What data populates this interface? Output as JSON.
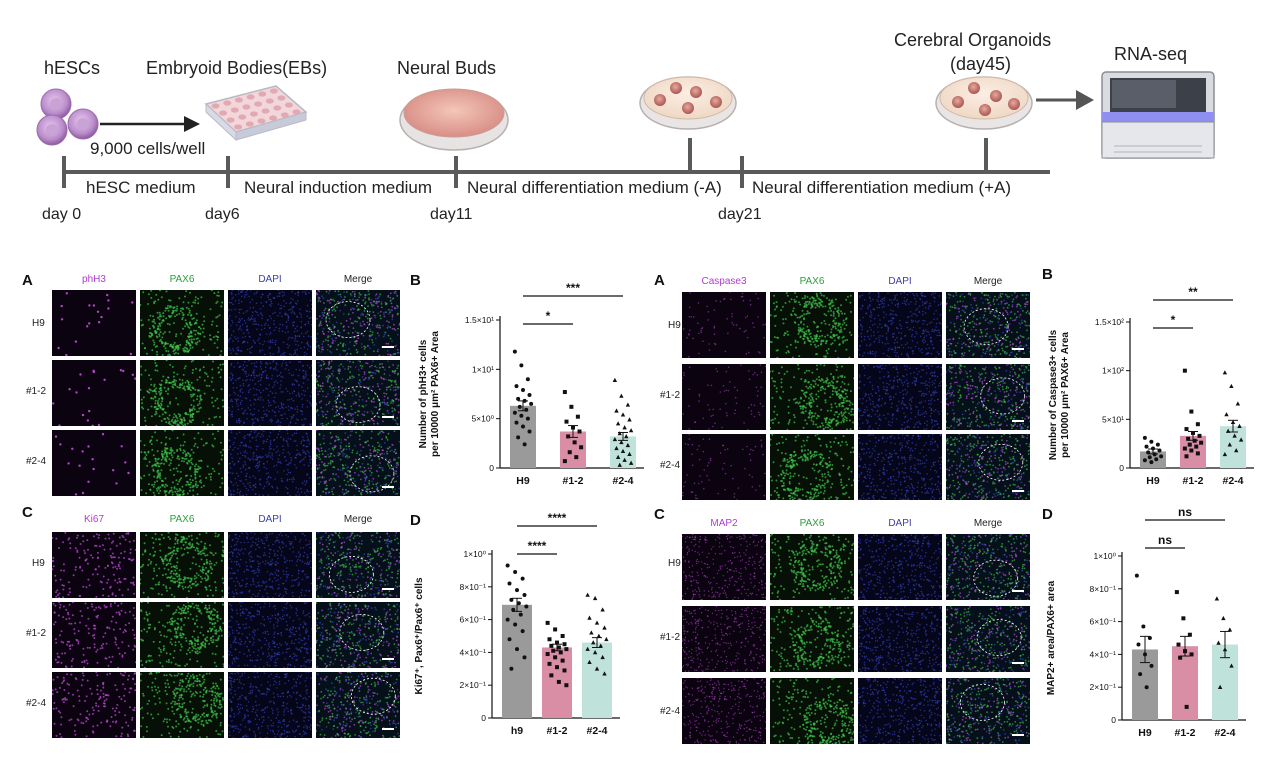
{
  "timeline": {
    "stages": [
      "hESCs",
      "Embryoid Bodies(EBs)",
      "Neural Buds",
      "Cerebral Organoids",
      "(day45)",
      "RNA-seq"
    ],
    "seeding": "9,000 cells/well",
    "media": [
      "hESC medium",
      "Neural induction medium",
      "Neural differentiation medium (-A)",
      "Neural differentiation medium (+A)"
    ],
    "days": [
      "day 0",
      "day6",
      "day11",
      "day21"
    ]
  },
  "panels": {
    "letters": [
      "A",
      "B",
      "C",
      "D"
    ],
    "rows": [
      "H9",
      "#1-2",
      "#2-4"
    ],
    "merge": "Merge",
    "pax6": "PAX6",
    "dapi": "DAPI",
    "marker_phh3": "phH3",
    "marker_caspase3": "Caspase3",
    "marker_ki67": "Ki67",
    "marker_map2": "MAP2"
  },
  "colors": {
    "magenta": "#b13bd1",
    "green": "#2e9c3a",
    "blue": "#3a3fa8",
    "bar_h9": "#9a9a9a",
    "bar_12": "#d98ea6",
    "bar_24": "#bfe3da"
  },
  "chart_data": [
    {
      "type": "bar",
      "panel": "B",
      "categories": [
        "H9",
        "#1-2",
        "#2-4"
      ],
      "values": [
        6.3,
        3.7,
        3.2
      ],
      "errors": [
        0.5,
        0.6,
        0.4
      ],
      "ylabel_lines": [
        "Number of phH3+ cells",
        "per 10000 μm² PAX6+ Area"
      ],
      "ylim": [
        0,
        15
      ],
      "yticks": [
        0,
        5,
        10,
        15
      ],
      "ytick_labels": [
        "0",
        "5×10⁰",
        "1×10¹",
        "1.5×10¹"
      ],
      "significance": [
        {
          "label": "*",
          "from": 0,
          "to": 1,
          "level": 1
        },
        {
          "label": "***",
          "from": 0,
          "to": 2,
          "level": 2
        }
      ],
      "points": [
        [
          11.8,
          10.4,
          9.0,
          8.3,
          7.9,
          7.4,
          7.0,
          6.8,
          6.5,
          6.2,
          5.9,
          5.6,
          5.3,
          5.0,
          4.6,
          4.2,
          3.7,
          3.1,
          2.4
        ],
        [
          7.7,
          6.2,
          5.2,
          4.7,
          4.1,
          3.7,
          3.2,
          2.6,
          2.1,
          1.6,
          1.1,
          0.7
        ],
        [
          8.9,
          7.3,
          6.4,
          5.8,
          5.4,
          4.9,
          4.5,
          4.1,
          3.8,
          3.5,
          3.2,
          2.9,
          2.6,
          2.3,
          2.0,
          1.7,
          1.4,
          1.1,
          0.8,
          0.5,
          0.3
        ]
      ]
    },
    {
      "type": "bar",
      "panel": "B",
      "categories": [
        "H9",
        "#1-2",
        "#2-4"
      ],
      "values": [
        17,
        33,
        43
      ],
      "errors": [
        2.5,
        4.5,
        6
      ],
      "ylabel_lines": [
        "Number of Caspase3+ cells",
        "per 10000 μm² PAX6+ Area"
      ],
      "ylim": [
        0,
        150
      ],
      "yticks": [
        0,
        50,
        100,
        150
      ],
      "ytick_labels": [
        "0",
        "5×10¹",
        "1×10²",
        "1.5×10²"
      ],
      "significance": [
        {
          "label": "*",
          "from": 0,
          "to": 1,
          "level": 1
        },
        {
          "label": "**",
          "from": 0,
          "to": 2,
          "level": 2
        }
      ],
      "points": [
        [
          31,
          27,
          24,
          22,
          20,
          18,
          16,
          14,
          12,
          11,
          9,
          8,
          6
        ],
        [
          100,
          58,
          45,
          40,
          36,
          33,
          30,
          28,
          26,
          24,
          22,
          20,
          18,
          15,
          12
        ],
        [
          98,
          84,
          66,
          55,
          47,
          43,
          38,
          33,
          29,
          24,
          18,
          14
        ]
      ]
    },
    {
      "type": "bar",
      "panel": "D",
      "categories": [
        "h9",
        "#1-2",
        "#2-4"
      ],
      "values": [
        0.69,
        0.43,
        0.46
      ],
      "errors": [
        0.04,
        0.02,
        0.03
      ],
      "ylabel_lines": [
        "Ki67⁺, Pax6⁺/Pax6⁺ cells"
      ],
      "ylim": [
        0,
        1.0
      ],
      "yticks": [
        0,
        0.2,
        0.4,
        0.6,
        0.8,
        1.0
      ],
      "ytick_labels": [
        "0",
        "2×10⁻¹",
        "4×10⁻¹",
        "6×10⁻¹",
        "8×10⁻¹",
        "1×10⁰"
      ],
      "significance": [
        {
          "label": "****",
          "from": 0,
          "to": 1,
          "level": 1
        },
        {
          "label": "****",
          "from": 0,
          "to": 2,
          "level": 2
        }
      ],
      "points": [
        [
          0.93,
          0.89,
          0.85,
          0.82,
          0.78,
          0.75,
          0.72,
          0.7,
          0.68,
          0.66,
          0.63,
          0.6,
          0.57,
          0.53,
          0.48,
          0.42,
          0.37,
          0.3
        ],
        [
          0.58,
          0.54,
          0.5,
          0.48,
          0.46,
          0.45,
          0.44,
          0.43,
          0.42,
          0.41,
          0.4,
          0.39,
          0.37,
          0.35,
          0.33,
          0.31,
          0.29,
          0.26,
          0.22,
          0.2
        ],
        [
          0.75,
          0.73,
          0.66,
          0.61,
          0.58,
          0.55,
          0.52,
          0.5,
          0.48,
          0.46,
          0.44,
          0.42,
          0.4,
          0.37,
          0.34,
          0.3,
          0.27
        ]
      ]
    },
    {
      "type": "bar",
      "panel": "D",
      "categories": [
        "H9",
        "#1-2",
        "#2-4"
      ],
      "values": [
        0.43,
        0.45,
        0.46
      ],
      "errors": [
        0.08,
        0.06,
        0.08
      ],
      "ylabel_lines": [
        "MAP2+ area/PAX6+ area"
      ],
      "ylim": [
        0,
        1.0
      ],
      "yticks": [
        0,
        0.2,
        0.4,
        0.6,
        0.8,
        1.0
      ],
      "ytick_labels": [
        "0",
        "2×10⁻¹",
        "4×10⁻¹",
        "6×10⁻¹",
        "8×10⁻¹",
        "1×10⁰"
      ],
      "significance": [
        {
          "label": "ns",
          "from": 0,
          "to": 1,
          "level": 1
        },
        {
          "label": "ns",
          "from": 0,
          "to": 2,
          "level": 2
        }
      ],
      "points": [
        [
          0.88,
          0.57,
          0.5,
          0.46,
          0.4,
          0.33,
          0.28,
          0.2
        ],
        [
          0.78,
          0.62,
          0.52,
          0.46,
          0.42,
          0.4,
          0.38,
          0.08
        ],
        [
          0.74,
          0.62,
          0.55,
          0.47,
          0.43,
          0.33,
          0.2
        ]
      ]
    }
  ]
}
